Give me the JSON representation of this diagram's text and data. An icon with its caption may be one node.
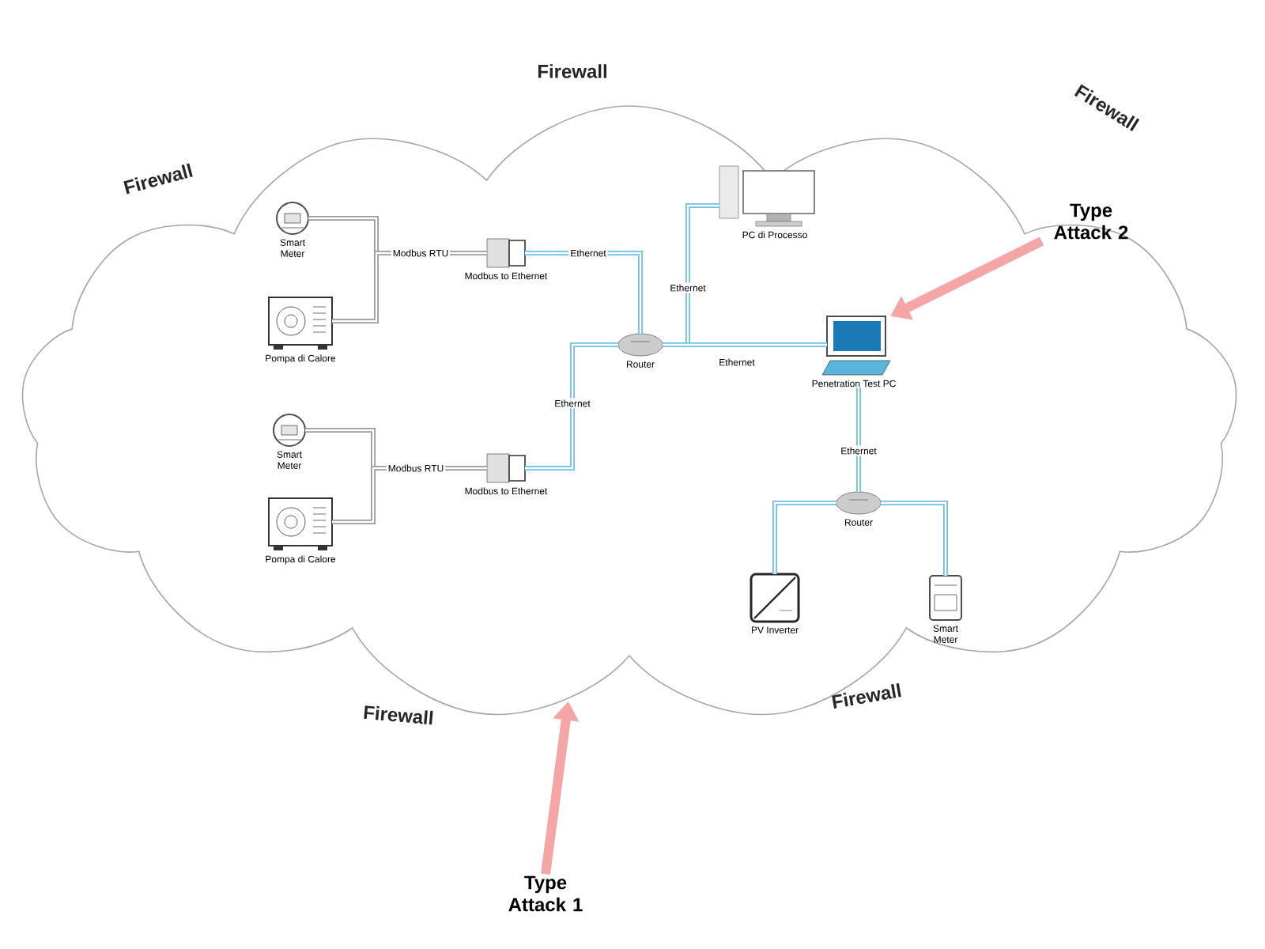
{
  "diagram": {
    "nodes": [
      {
        "text": [],
        "shape": "cloud"
      },
      {
        "text": [
          "Smart Meter"
        ],
        "in": 0
      },
      {
        "text": [
          "Pompa di Calore"
        ],
        "in": 0
      },
      {
        "text": [
          "Modbus to Ethernet"
        ],
        "in": 0
      },
      {
        "text": [
          "Smart Meter"
        ],
        "in": 0
      },
      {
        "text": [
          "Pompa di Calore"
        ],
        "in": 0
      },
      {
        "text": [
          "Modbus to Ethernet"
        ],
        "in": 0
      },
      {
        "text": [
          "Router"
        ],
        "in": 0
      },
      {
        "text": [
          "PC di Processo"
        ],
        "in": 0
      },
      {
        "text": [
          "Penetration Test PC"
        ],
        "in": 0
      },
      {
        "text": [
          "Router"
        ],
        "in": 0
      },
      {
        "text": [
          "PV Inverter"
        ],
        "in": 0
      },
      {
        "text": [
          "Smart Meter"
        ],
        "in": 0
      },
      {
        "text": [
          "Type Attack 1"
        ]
      },
      {
        "text": [
          "Type Attack 2"
        ]
      }
    ],
    "edges": [
      {
        "from": 1,
        "to": 3,
        "arrow": "none",
        "color": "#9a9a9a",
        "label": "Modbus RTU"
      },
      {
        "from": 2,
        "to": 3,
        "arrow": "none",
        "color": "#9a9a9a"
      },
      {
        "from": 4,
        "to": 6,
        "arrow": "none",
        "color": "#9a9a9a",
        "label": "Modbus RTU"
      },
      {
        "from": 5,
        "to": 6,
        "arrow": "none",
        "color": "#9a9a9a"
      },
      {
        "from": 3,
        "to": 7,
        "arrow": "none",
        "label": "Ethernet"
      },
      {
        "from": 6,
        "to": 7,
        "arrow": "none",
        "label": "Ethernet"
      },
      {
        "from": 7,
        "to": 8,
        "arrow": "none",
        "label": "Ethernet"
      },
      {
        "from": 7,
        "to": 9,
        "arrow": "none",
        "label": "Ethernet"
      },
      {
        "from": 9,
        "to": 10,
        "arrow": "none",
        "label": "Ethernet"
      },
      {
        "from": 10,
        "to": 11,
        "arrow": "none"
      },
      {
        "from": 10,
        "to": 12,
        "arrow": "none"
      },
      {
        "from": 13,
        "to": 0,
        "arrow": "to",
        "style": "thick",
        "color": "#f4a6a6"
      },
      {
        "from": 14,
        "to": 9,
        "arrow": "to",
        "style": "thick",
        "color": "#f4a6a6"
      }
    ],
    "labels": [
      "Firewall",
      "Firewall",
      "Firewall",
      "Firewall",
      "Firewall"
    ]
  }
}
